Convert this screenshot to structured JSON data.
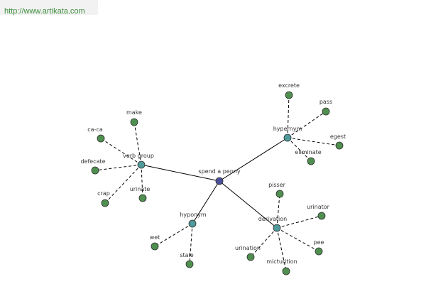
{
  "source_url": "http://www.artikata.com",
  "colors": {
    "root_node": "#4a4e9a",
    "relation_node": "#4f9a9a",
    "leaf_node": "#4f8f4f",
    "node_stroke": "#2e2e2e",
    "edge": "#000000",
    "label": "#333333"
  },
  "graph": {
    "root": {
      "id": "root",
      "label": "spend a penny"
    },
    "relations": [
      {
        "id": "verb-group",
        "label": "verb group",
        "leaves": [
          "make",
          "ca-ca",
          "defecate",
          "crap",
          "urinate"
        ]
      },
      {
        "id": "hypernym",
        "label": "hypernym",
        "leaves": [
          "excrete",
          "pass",
          "egest",
          "eliminate"
        ]
      },
      {
        "id": "hyponym",
        "label": "hyponym",
        "leaves": [
          "wet",
          "stale"
        ]
      },
      {
        "id": "derivation",
        "label": "derivation",
        "leaves": [
          "pisser",
          "urinator",
          "pee",
          "micturition",
          "urination"
        ]
      }
    ]
  }
}
